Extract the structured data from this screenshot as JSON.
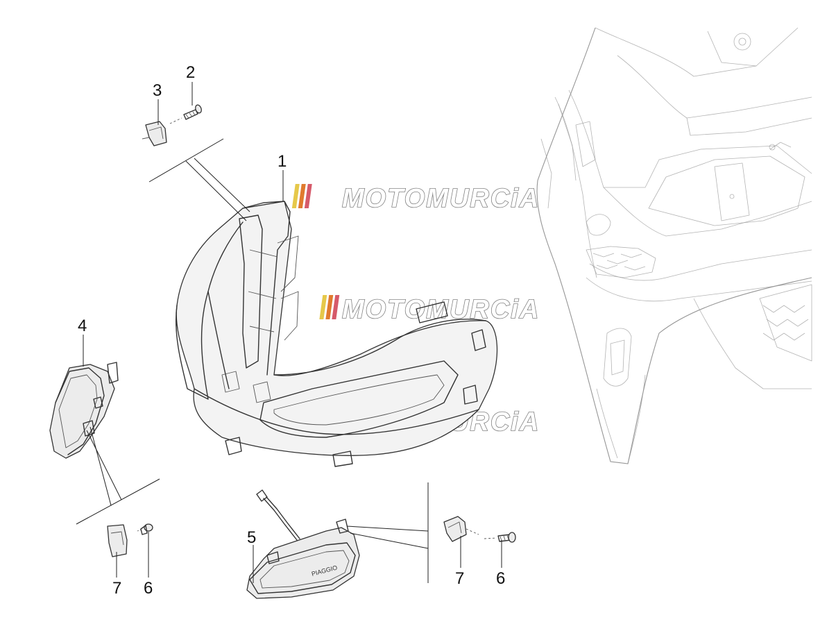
{
  "watermark": {
    "text": "MOTOMURCiA",
    "stripe_colors": [
      "#e6c84a",
      "#e07a2e",
      "#d65a6a",
      "#9a9a9a"
    ]
  },
  "callouts": [
    {
      "id": "1",
      "label": "1"
    },
    {
      "id": "2",
      "label": "2"
    },
    {
      "id": "3",
      "label": "3"
    },
    {
      "id": "4",
      "label": "4"
    },
    {
      "id": "5",
      "label": "5"
    },
    {
      "id": "6a",
      "label": "6"
    },
    {
      "id": "7a",
      "label": "7"
    },
    {
      "id": "7b",
      "label": "7"
    },
    {
      "id": "6b",
      "label": "6"
    }
  ],
  "brand_mark": "PIAGGIO",
  "parts": [
    {
      "name": "headlight-assembly",
      "icon": "headlight-icon"
    },
    {
      "name": "screw",
      "icon": "screw-icon"
    },
    {
      "name": "clip-nut",
      "icon": "clip-icon"
    },
    {
      "name": "turn-signal-left",
      "icon": "turn-signal-icon"
    },
    {
      "name": "front-position-light",
      "icon": "drl-light-icon"
    },
    {
      "name": "scooter-front-reference",
      "icon": "scooter-front-icon"
    }
  ]
}
